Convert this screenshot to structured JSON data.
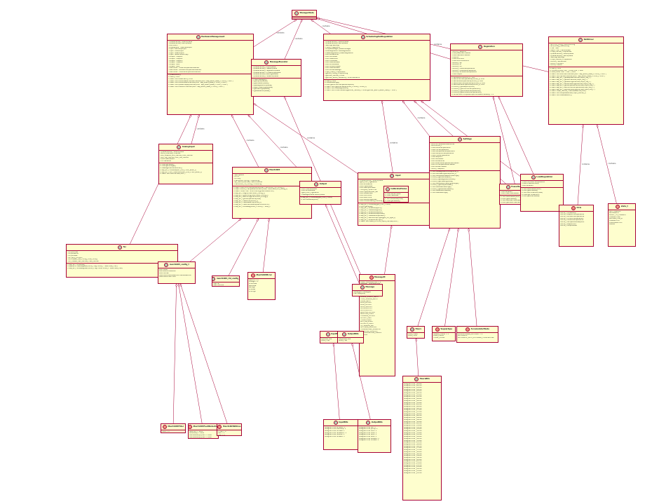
{
  "classes": {
    "manager_node": {
      "name": "ManagerNode",
      "stereo": "C",
      "fields": [],
      "methods": [
        "run_main_task()"
      ]
    },
    "hardware": {
      "name": "HardwareManagement",
      "stereo": "C",
      "fields": [
        "- QueueHandle_t eventQueue",
        "- QueueHandle_t sendQueue",
        "- bool sdPin",
        "- AnalogInput* loadCellsInput",
        "- Input* startStopInput",
        "- Input* boilerInput",
        "- Input* steamInput",
        "- Input* waterTankEmpty",
        "- Output* output1",
        "- Output* output2",
        "- Output* output3",
        "- Output* output4",
        "- Output* led1",
        "- Output* led2",
        "- Max31865* boilerTemperatureSensor",
        "- Max31865* ambientTemperatureSensor",
        "- Max31865* outsideTemperatureSensor"
      ],
      "methods": [
        "+ powerAllOff()",
        "+ start(): void",
        "+ static void taskEvent(): void",
        "+ static void boilerWaterHandlerHandler(void* esp_event_base_t, int32_t, void*)",
        "+ static void boilerSteamHandler(void* esp_event_base_t, int32_t, void*)",
        "+ static void powerSupplyHandler(void* esp_event_base_t, int32_t, void*)",
        "+ static void blackOffHandler(void* esp_event_base_t, int32_t, void*)"
      ]
    },
    "message_exec": {
      "name": "MessageExecutor",
      "stereo": "C",
      "fields": [
        "- QueueHandle_t inputQueue",
        "- QueueHandle_t heaterQueue",
        "- QueueHandle_t regulationQueue",
        "- QueueHandle_t lcdSettingsQueue",
        "- QueueHandle_t settingsQueue",
        "- QueueHandle_t networkQueue"
      ],
      "methods": [
        "+ taskMessages()",
        "+ getInputQueue()",
        "+ getHeaterQueue()",
        "+ getRegulationQueue()",
        "+ getLcdSettingsQueue()",
        "+ getSettingsQueue()",
        "+ getNetworkQueue()"
      ]
    },
    "scheduling": {
      "name": "SchedulingAndRegulation",
      "stereo": "C",
      "fields": [
        "- QueueHandle_t eventQueue",
        "- QueueHandle_t sendQueue",
        "- Settings settings",
        "- check_t algorithm",
        "- OutputManager powerManager",
        "- LoadRegulation loadRegulation",
        "- PowerRegulation powerRegulation",
        "- bool boostMode",
        "- bool lockState",
        "- bool heatMode",
        "- bool coolState",
        "- bool resolveState",
        "- bool onlineState",
        "- bool locationState",
        "- bool resolveState",
        "- bool boostMessage",
        "- mqtt_client_t mqttClient",
        "- gpconf_config_t mqttConfig",
        "- gptimer_handle_t timer",
        "- gptimer_event_callbacks_t timerCallbacks"
      ],
      "methods": [
        "+ start(): void",
        "+ reloadSettings()",
        "+ bool getCurrentTemperature(bool)",
        "+ static void gptimerSetup(uint8_t, uint8_t, uint8_t)",
        "+ static void taskRegulation()",
        "+ static void timerCallback(gptimer_handle_t, const gptimer_alarm_event_data_t*, void*)"
      ]
    },
    "regulation": {
      "name": "Regulation",
      "stereo": "C",
      "fields": [
        "- uint32_t setpoint",
        "- float pGainNormalized",
        "- float iGainNormalized",
        "- float kd",
        "- float errorSum",
        "- float errorDifference",
        "- uint16_t kp",
        "- uint16_t ki",
        "- uint16_t kd",
        "- uint16_t insideTemperature",
        "- uint16_t outsideTemperature",
        "- uint16_t ambientTemperature",
        "- float output"
      ],
      "methods": [
        "+ setSetpoint(uint16_t): void",
        "+ setCurrentTemperature(uint16_t): void",
        "+ setInsideTemperature(uint16_t): void",
        "+ setAmbientTemperature(uint16_t): void",
        "+ setOutsideTemperature(uint16_t): void",
        "+ uint16_t getSetpoint(void)",
        "+ uint16_t getCurrentTemperature()",
        "+ uint16_t getOutsideTemperature()",
        "+ uint16_t getAmbientTemperature()",
        "+ virtual bool computeProportionalNormalized() = 0",
        "+ computeOutput()"
      ]
    },
    "net_driver": {
      "name": "NetDriver",
      "stereo": "C",
      "fields": [
        "- wifi_init_config_t wifiInitConfig",
        "- wifi_config_t wifiConfig",
        "- char* ssid",
        "- static char* macAddress",
        "- https_handle_t httpServer",
        "- QueueHandle_t eventQueue",
        "- QueueHandle_t sendQueue",
        "- Settings settings",
        "- httpd_handle_t httpServer",
        "- uint16_t wsHandler",
        "- uint8_t Connect",
        "- uint8_t Status"
      ],
      "methods": [
        "+ start(): void",
        "+ connect(const char*, const char*): bool",
        "+ scan(const char*, char*): bool",
        "+ static void wifiEventHandler(void* esp_event_base_t, int32_t, void*)",
        "+ static void ipEventHandler(void* esp_event_base_t, int32_t, void*)",
        "+ static esp_err_t getRequestHandler(httpd_req_t*)",
        "+ static esp_err_t getWifiHandler(httpd_req_t*)",
        "+ static esp_err_t getSettingsHandler(httpd_req_t*)",
        "+ static esp_err_t setWifiSettingsHandler(httpd_req_t*)",
        "+ static esp_err_t getTemperatureHandler(httpd_req_t*)",
        "+ static esp_err_t setCurrentTemperature(httpd_req_t*)",
        "+ static esp_err_t setLoadSettingsHandler(httpd_req_t*)",
        "+ static httpd_handle_t startWebserver(void)",
        "+ static void stopWebserver(httpd_handle_t)",
        "+ static void taskNetwork()"
      ]
    },
    "analog_input": {
      "name": "AnalogInput",
      "stereo": "C",
      "fields": [
        "- QueueHandle_t eventQueue",
        "- adc1_channel_t channel",
        "- adc_oneshot_unit_handle_t adc_handle",
        "- adc_cali_handle_t adc_cali_handle",
        "- bool caliEnabled",
        "- int rawValue"
      ],
      "methods": [
        "+ float getValue()",
        "+ float getVoltage()",
        "+ MessageHandlerRunner()",
        "+ esp_err_t initialize(adc_unit_t, adc_atten_t)",
        "+ esp_err_t adc_calibration(adc_unit_t, adc_atten_t)",
        "+ static void adcHandler(void*)"
      ]
    },
    "max31865": {
      "name": "Max31865",
      "stereo": "C",
      "fields": [
        "- SpiP spiBus",
        "- int cs",
        "- int drdy",
        "- max31865_config_t chipConfig",
        "- spi_device_handle_t deviceHandle",
        "- max31865_rtd_config_t rtdConfig"
      ],
      "methods": [
        "+ static float RTDtoTemperature(float, max31865_rtd_config_t)",
        "+ static uint16_t temperatureToRTD(float, max31865_rtd_config_t)",
        "+ static const char* errorToString(Max31865Error)",
        "+ esp_err_t begin(max31865_config_t)",
        "+ esp_err_t getConfig(max31865_config_t)",
        "+ esp_err_t setConfig(max31865_config_t)",
        "+ esp_err_t getTemperature(float)",
        "+ esp_err_t readRTD(uint16_t)",
        "+ esp_err_t readRawRTD(uint16_t)",
        "+ esp_err_t readFaultStatus(Max31865Error)",
        "+ esp_err_t writeReg(uint8_t, uint8_t*, size_t)"
      ]
    },
    "output": {
      "name": "Output",
      "stereo": "C",
      "fields": [
        "- bool invertedState",
        "- bool activeState",
        "- gpio_num_t gpioNum",
        "- MessageQueue eventQueue"
      ],
      "methods": [
        "+ esp_err_t initialize(gpio_num_t, bool)",
        "+ void setValue(bool)"
      ]
    },
    "input": {
      "name": "Input",
      "stereo": "C",
      "fields": [
        "- QueueHandle_t eventQueue",
        "- gpio_num_t gpioNum",
        "- bool activeLow",
        "- bool inputState",
        "- bool lastInputState",
        "- TickType_t prevTime",
        "- bool inputNumber_set",
        "- bool IsolatPress",
        "- bool dontTrack",
        "- bool startTime",
        "- bool stackPressDown",
        "- bool clockPressUp_Countup_enabled"
      ],
      "methods": [
        "+ esp_err_t initialize(gpio_num_t, bool)",
        "+ bool getState()",
        "+ esp_err_t enableSupport()",
        "+ esp_err_t disableSupport()",
        "+ esp_err_t enablePullupUp()",
        "+ esp_err_t enablePullupDown()",
        "+ esp_err_t disablePullupDown()",
        "+ esp_err_t setInterruptType(gpio_int_type_t)",
        "+ esp_err_t enableInterrupt()",
        "+ static void IRAM_ATTR isr_input_handler(void*)"
      ]
    },
    "calibration": {
      "name": "CalibratedValue",
      "stereo": "C",
      "fields": [
        "+ float sensorValue",
        "+ float realValue"
      ],
      "methods": [
        "+ void setValues(float)",
        "+ float getValues()"
      ]
    },
    "settings": {
      "name": "Settings",
      "stereo": "C",
      "fields": [
        "- Nvs nvs defaultsPreferences",
        "- Nvs uint16_t",
        "- float boostTemperature",
        "- float ctrlTemperature",
        "- float tempBoostTemperature",
        "- float tempCoolTemperature",
        "- float frostTemperature",
        "- float setpoint",
        "- bool uutStatus",
        "- bool boostMode",
        "- bool externalTemperatureEnabled",
        "- bool ctrlTemperatureEnabled",
        "- bool boostEnabled",
        "- uint8_t Setpoint"
      ],
      "methods": [
        "+ void setRegulationMode(uint8_t)",
        "+ void setHeatingMode(uint8_t)",
        "+ void setDefaultNetworkSettings()",
        "+ uint8_t getStartPower()",
        "+ uint8_t getRegulationMode()",
        "+ uint8_t getHeatingMode()",
        "+ void setDefaultHeatingSettings()",
        "+ uint8_t getOutputPower()",
        "+ void setPowerSettings()",
        "+ uint8_t getBoostEnabled()",
        "+ void setBoostEnabled()",
        "+ void saveSettings()"
      ]
    },
    "power_reg": {
      "name": "PowerRegulation",
      "stereo": "C",
      "fields": [
        "- bool enabled",
        "- bool overrideEnabled"
      ],
      "methods": [
        "+ void setEnabled(bool)",
        "+ bool getEnabled()",
        "+ void setOverrideEnabled(bool)",
        "+ bool getOverrideEnabled()"
      ]
    },
    "load_reg": {
      "name": "LoadRegulation",
      "stereo": "C",
      "fields": [
        "- float fromStartTemperature",
        "- float thresholdTemp",
        "- bool enabled"
      ],
      "methods": [
        "+ void setEnabled(bool)",
        "+ bool getEnabled()",
        "+ void setThreshold(float)",
        "+ float getThreshold()",
        "+ bool getLoadState()"
      ]
    },
    "ctrls": {
      "name": "Ctrls",
      "stereo": "E",
      "fields": [
        "uint32_t timestamp",
        "uint32_t setpointTemperature",
        "uint32_t ambientTemperature",
        "uint32_t currentTemperature",
        "uint32_t outsideTemperature",
        "uint32_t temperatureSetpoint",
        "uint32_t setpointSrc",
        "uint32_t outputState"
      ],
      "methods": []
    },
    "state": {
      "name": "state_t",
      "stereo": "E",
      "fields": [
        "NOT_STARTED",
        "INITIALIZED",
        "READY_TO_CONNECT",
        "CONNECTING",
        "WAITING_FOR_IP",
        "CONNECTED",
        "DISCONNECTED",
        "ERROR"
      ],
      "methods": []
    },
    "tsc": {
      "name": "Tsc",
      "stereo": "C",
      "fields": [
        "- int pinIndex",
        "- int pinPeriod",
        "- int pinData",
        "- i2c_port_t i2cPort",
        "- i2c_master_bus_config_t bus_config",
        "- i2c_master_dev_handle_t dev_handle"
      ],
      "methods": [
        "+ esp_err_t initialize()",
        "+ esp_err_t readRegister(uint8_t reg, uint8_t* data, size_t len)",
        "+ esp_err_t writeRegister(uint8_t reg, const uint8_t* data, size_t len)"
      ]
    },
    "max_config": {
      "name": "max31865_config_t",
      "stereo": "C",
      "fields": [
        "bool vbias",
        "bool autoConversion",
        "bool nWires",
        "Max31865FaultDetection faultDetection",
        "Max31865Filter filter"
      ],
      "methods": []
    },
    "max_rtd": {
      "name": "max31865_rtd_config_t",
      "stereo": "C",
      "fields": [
        "float ref",
        "float nominal"
      ],
      "methods": []
    },
    "max_error": {
      "name": "Max31865Error",
      "stereo": "E",
      "fields": [
        "NoError = 0",
        "Voltage = 2",
        "RTDInLow",
        "RefInLow",
        "RefHigh",
        "RTDLow",
        "RTDHigh"
      ],
      "methods": []
    },
    "message_m": {
      "name": "MessageM",
      "stereo": "E",
      "fields": [
        "CORE_TEMPERATURE = 0",
        "AMBIENT_TEMPERATURE",
        "OUTSIDE_TEMPERATURE",
        "TEMPERATURE_SETPOINT",
        "SENSOR_RAW",
        "",
        "BOARD_INPUT",
        "BOILER_INPUT",
        "STOP_INPUT",
        "POWER_SUPPLY_INPUT",
        "TEMP_SENSOR_INPUT",
        "DOOR_INPUT",
        "",
        "LED1_OUTPUT",
        "LED2_OUTPUT",
        "OUT1_OUTPUT",
        "OUT2_OUTPUT",
        "OUT3_OUTPUT",
        "BOOSTER_OUTPUT",
        "BOOSTER_STATE",
        "THERMAL_OUTPUT",
        "OUTPUT_MAX",
        "",
        "THREATSTART",
        "WIFI_ON_START",
        "OUTPUTS_STATE",
        "TO_SENSOR_INIT",
        "",
        "SETTINGS_UPDATED",
        "TEMPERATURE_UPDATED",
        "SCHEDULE_UPDATED",
        "ALL_REGULATION_VALUES",
        "PARDON"
      ],
      "methods": []
    },
    "message": {
      "name": "Message",
      "stereo": "C",
      "fields": [
        "MessageM messageId",
        "char data[200]"
      ],
      "methods": []
    },
    "input_bits": {
      "name": "InputBits",
      "stereo": "C",
      "fields": [
        "InputBits bits",
        "uint8_t val"
      ],
      "methods": []
    },
    "output_bits": {
      "name": "OutputBits",
      "stereo": "C",
      "fields": [
        "OutputBits bits",
        "uint8_t val"
      ],
      "methods": []
    },
    "hours": {
      "name": "Hours",
      "stereo": "C",
      "fields": [
        "uint8_t start",
        "uint8_t end"
      ],
      "methods": []
    },
    "supply": {
      "name": "SupplyType",
      "stereo": "E",
      "fields": [
        "SINGLE_PHASE = 1",
        "DUAL_PHASE",
        "THREE_PHASE"
      ],
      "methods": []
    },
    "accum": {
      "name": "AccumulatorMode",
      "stereo": "E",
      "fields": [
        "PROPORTIONAL_SETPOINT = 0",
        "AUTOMATIC",
        "AUTOMATIC_WITH_EXTERNAL_TEMPERATURE"
      ],
      "methods": []
    },
    "max_filter": {
      "name": "Max31865Filter",
      "stereo": "E",
      "fields": [
        "Hz50 = 0",
        "Hz60 = 1"
      ],
      "methods": []
    },
    "max_fault": {
      "name": "Max31865FaultDetection",
      "stereo": "E",
      "fields": [
        "NoAction = 0x00",
        "AutoDelay = 0x84",
        "ManualDelayCycle1 = 0x88",
        "ManualDelayCycle2 = 0x8C"
      ],
      "methods": []
    },
    "max_wires": {
      "name": "Max31865NWires",
      "stereo": "E",
      "fields": [
        "Three = 0",
        "Two = 1",
        "Four = 2"
      ],
      "methods": []
    },
    "input_bits2": {
      "name": "InputBits",
      "stereo": "C",
      "fields": [
        "unsigned char ambient: 1",
        "unsigned char startstop: 1",
        "unsigned char offHeat: 1",
        "unsigned char fanswitch: 1",
        "unsigned char lockout: 1",
        "unsigned char unused: 3"
      ],
      "methods": []
    },
    "output_bits2": {
      "name": "OutputBits",
      "stereo": "C",
      "fields": [
        "unsigned char fan: 1",
        "unsigned char pump: 1",
        "unsigned char out3: 1",
        "unsigned char out4: 1",
        "unsigned char led1: 1",
        "unsigned char led2: 1",
        "unsigned char booster: 1",
        "unsigned char unused: 1"
      ],
      "methods": []
    },
    "hours_bits": {
      "name": "HoursBits",
      "stereo": "C",
      "fields": [
        "unsigned char _00h00",
        "unsigned char _00h30",
        "unsigned char _01h00",
        "unsigned char _01h30",
        "unsigned char _02h00",
        "unsigned char _02h30",
        "unsigned char _03h00",
        "unsigned char _03h30",
        "unsigned char _04h00",
        "unsigned char _04h30",
        "unsigned char _05h00",
        "unsigned char _05h30",
        "unsigned char _06h00",
        "unsigned char _06h30",
        "unsigned char _07h00",
        "unsigned char _07h30",
        "unsigned char _08h00",
        "unsigned char _08h30",
        "unsigned char _09h00",
        "unsigned char _09h30",
        "unsigned char _10h00",
        "unsigned char _10h30",
        "unsigned char _11h00",
        "unsigned char _11h30",
        "unsigned char _12h00",
        "unsigned char _12h30",
        "unsigned char _13h00",
        "unsigned char _13h30",
        "unsigned char _14h00",
        "unsigned char _14h30",
        "unsigned char _15h00",
        "unsigned char _15h30",
        "unsigned char _16h00",
        "unsigned char _16h30",
        "unsigned char _17h00",
        "unsigned char _17h30",
        "unsigned char _18h00",
        "unsigned char _18h30",
        "unsigned char _19h00",
        "unsigned char _19h30",
        "unsigned char _20h00",
        "unsigned char _20h30",
        "unsigned char _21h00",
        "unsigned char _21h30",
        "unsigned char _22h00",
        "unsigned char _22h30",
        "unsigned char _23h00",
        "unsigned char _23h30"
      ],
      "methods": []
    }
  },
  "edges": {
    "contains": "contains"
  }
}
